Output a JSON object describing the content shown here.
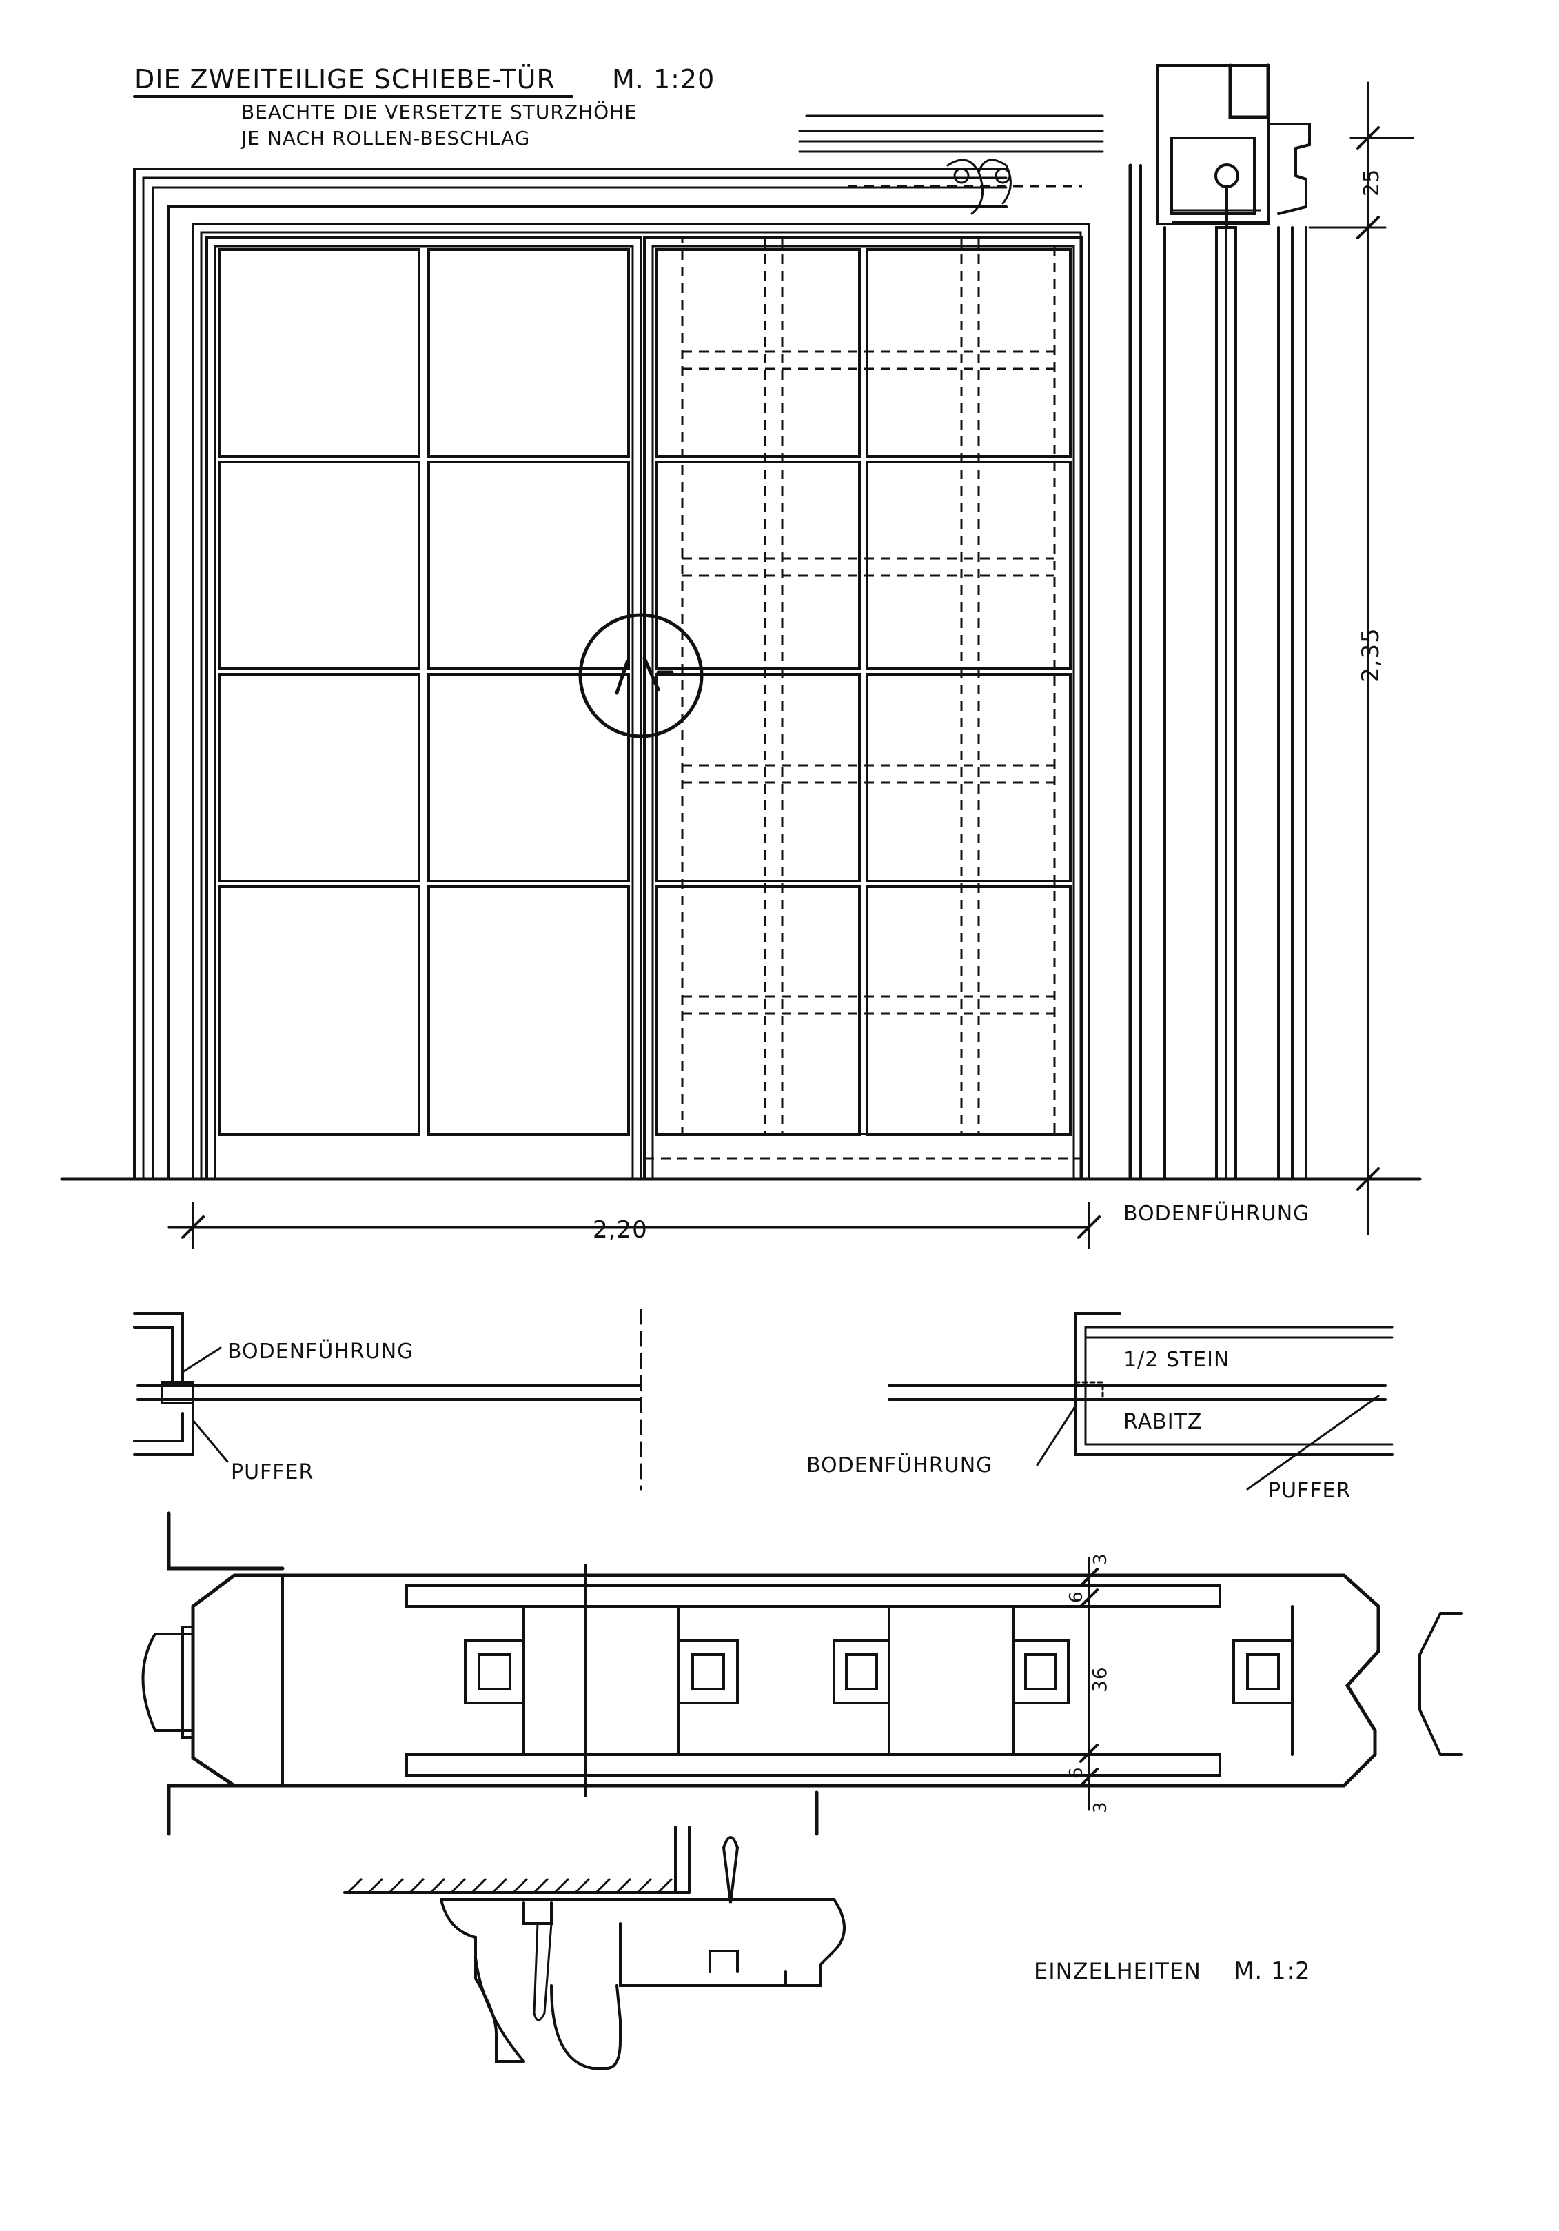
{
  "title": {
    "main": "DIE ZWEITEILIGE SCHIEBE-TÜR",
    "scale": "M. 1:20",
    "note_line1": "BEACHTE DIE VERSETZTE STURZHÖHE",
    "note_line2": "JE NACH ROLLEN-BESCHLAG"
  },
  "dimensions": {
    "width": "2,20",
    "height": "2,35",
    "lintel": "25",
    "profile_top_1": "3",
    "profile_top_2": "6",
    "profile_middle": "36",
    "profile_bottom_2": "6",
    "profile_bottom_1": "3"
  },
  "labels": {
    "floor_guide_elevation": "BODENFÜHRUNG",
    "floor_guide_plan_left": "BODENFÜHRUNG",
    "buffer_left": "PUFFER",
    "half_brick": "1/2 STEIN",
    "rabitz": "RABITZ",
    "floor_guide_plan_right": "BODENFÜHRUNG",
    "buffer_right": "PUFFER"
  },
  "details": {
    "title": "EINZELHEITEN",
    "scale": "M. 1:2"
  }
}
